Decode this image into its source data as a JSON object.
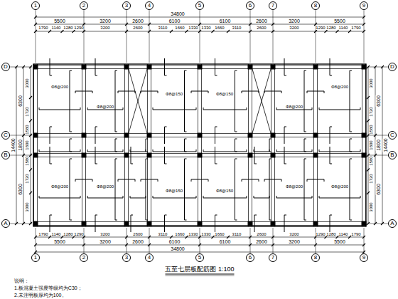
{
  "diagram": {
    "title": "五至七层板配筋图 1:100",
    "nodes": [
      {
        "text": [
          "1"
        ]
      },
      {
        "text": [
          "2"
        ]
      },
      {
        "text": [
          "3"
        ]
      },
      {
        "text": [
          "4"
        ]
      },
      {
        "text": [
          "5"
        ]
      },
      {
        "text": [
          "6"
        ]
      },
      {
        "text": [
          "7"
        ]
      },
      {
        "text": [
          "8"
        ]
      },
      {
        "text": [
          "9"
        ]
      },
      {
        "text": [
          "D"
        ]
      },
      {
        "text": [
          "C"
        ]
      },
      {
        "text": [
          "B"
        ]
      },
      {
        "text": [
          "A"
        ]
      },
      {
        "text": [
          "D"
        ]
      },
      {
        "text": [
          "C"
        ]
      },
      {
        "text": [
          "B"
        ]
      },
      {
        "text": [
          "A"
        ]
      },
      {
        "text": [
          "1"
        ]
      },
      {
        "text": [
          "2"
        ]
      },
      {
        "text": [
          "3"
        ]
      },
      {
        "text": [
          "4"
        ]
      },
      {
        "text": [
          "5"
        ]
      },
      {
        "text": [
          "6"
        ]
      },
      {
        "text": [
          "7"
        ]
      },
      {
        "text": [
          "8"
        ]
      },
      {
        "text": [
          "9"
        ]
      }
    ],
    "labels": [
      "34800",
      "5500",
      "3200",
      "2600",
      "6100",
      "6100",
      "2600",
      "3200",
      "5500",
      "1790",
      "1140",
      "1280",
      "1290",
      "3200",
      "2600",
      "3110",
      "1660",
      "1330",
      "1330",
      "1660",
      "3110",
      "2600",
      "3200",
      "1290",
      "1280",
      "1140",
      "1790",
      "1790",
      "1140",
      "1280",
      "1290",
      "3200",
      "2600",
      "3110",
      "1660",
      "1330",
      "1330",
      "1660",
      "3110",
      "2600",
      "3200",
      "1290",
      "1280",
      "1140",
      "1790",
      "5500",
      "3200",
      "2600",
      "6100",
      "6100",
      "2600",
      "3200",
      "5500",
      "34800",
      "14400",
      "6300",
      "1800",
      "6300",
      "3000",
      "1720",
      "1580",
      "1800",
      "1580",
      "1720",
      "3000",
      "14400",
      "6300",
      "1800",
      "6300",
      "3000",
      "1720",
      "1580",
      "1800",
      "1580",
      "1720",
      "3000",
      "Φ8@200",
      "Φ8@200",
      "Φ8@200",
      "Φ8@200",
      "Φ8@200",
      "Φ8@200",
      "Φ8@200",
      "Φ8@200",
      "Φ8@150",
      "Φ8@150",
      "Φ8@150",
      "Φ8@150",
      "说明：",
      "1.板混凝土强度等级均为C30；",
      "2.未注明板厚均为100。"
    ]
  }
}
